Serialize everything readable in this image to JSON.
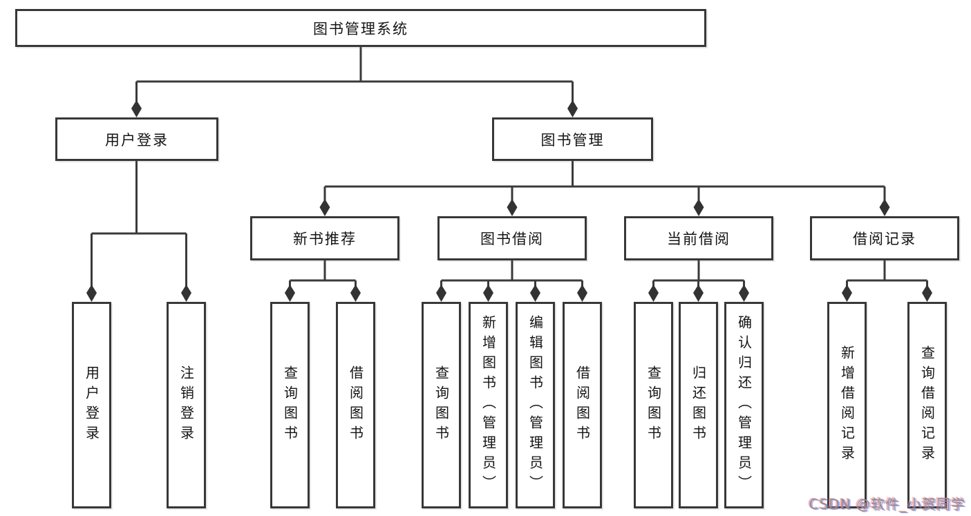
{
  "diagram": {
    "root": {
      "label": "图书管理系统"
    },
    "level2": [
      {
        "id": "user-login",
        "label": "用户登录"
      },
      {
        "id": "book-mgmt",
        "label": "图书管理"
      }
    ],
    "level3": [
      {
        "id": "new-book-rec",
        "label": "新书推荐"
      },
      {
        "id": "book-borrow",
        "label": "图书借阅"
      },
      {
        "id": "current-borrow",
        "label": "当前借阅"
      },
      {
        "id": "borrow-records",
        "label": "借阅记录"
      }
    ],
    "leaves": [
      {
        "group": "user-login",
        "label": "用户登录"
      },
      {
        "group": "user-login",
        "label": "注销登录"
      },
      {
        "group": "new-book-rec",
        "label": "查询图书"
      },
      {
        "group": "new-book-rec",
        "label": "借阅图书"
      },
      {
        "group": "book-borrow",
        "label": "查询图书"
      },
      {
        "group": "book-borrow",
        "label": "新增图书（管理员）"
      },
      {
        "group": "book-borrow",
        "label": "编辑图书（管理员）"
      },
      {
        "group": "book-borrow",
        "label": "借阅图书"
      },
      {
        "group": "current-borrow",
        "label": "查询图书"
      },
      {
        "group": "current-borrow",
        "label": "归还图书"
      },
      {
        "group": "current-borrow",
        "label": "确认归还（管理员）"
      },
      {
        "group": "borrow-records",
        "label": "新增借阅记录"
      },
      {
        "group": "borrow-records",
        "label": "查询借阅记录"
      }
    ],
    "watermark": "CSDN @软件_小贺同学",
    "colors": {
      "line": "#3a3a3a",
      "border": "#373737",
      "text": "#141414",
      "watermark_text": "#8f8f8f",
      "background": "#ffffff"
    }
  }
}
